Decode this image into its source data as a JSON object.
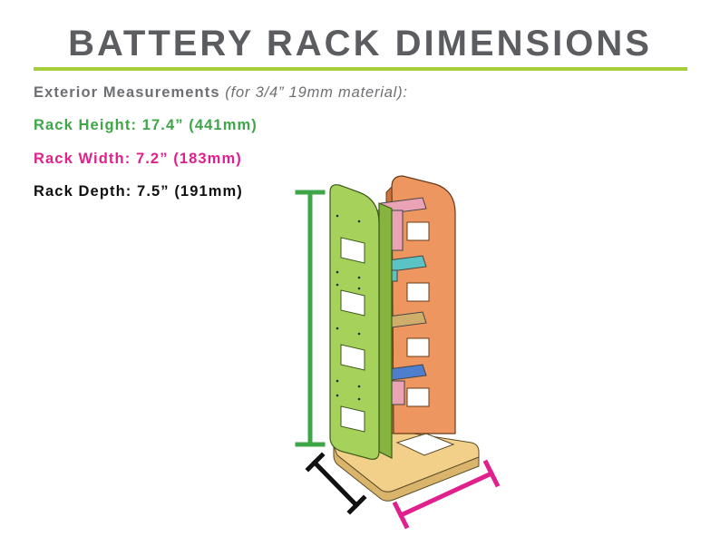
{
  "title": "BATTERY RACK DIMENSIONS",
  "subtitle": {
    "label": "Exterior Measurements",
    "note": "(for 3/4” 19mm material):"
  },
  "dimensions": [
    {
      "text": "Rack Height: 17.4” (441mm)",
      "color": "#3fa648"
    },
    {
      "text": "Rack Width: 7.2” (183mm)",
      "color": "#e0208c"
    },
    {
      "text": "Rack Depth: 7.5” (191mm)",
      "color": "#111111"
    }
  ],
  "colors": {
    "title": "#5b5d60",
    "accent_rule": "#a6cd3a",
    "left_panel": "#a6d25c",
    "right_panel": "#ee9660",
    "base": "#f2d08a",
    "height_marker": "#3fa648",
    "width_marker": "#e0208c",
    "depth_marker": "#111111",
    "holders": [
      "#e9a3b5",
      "#5cc3c4",
      "#cfae6c",
      "#4e7fcf"
    ]
  }
}
